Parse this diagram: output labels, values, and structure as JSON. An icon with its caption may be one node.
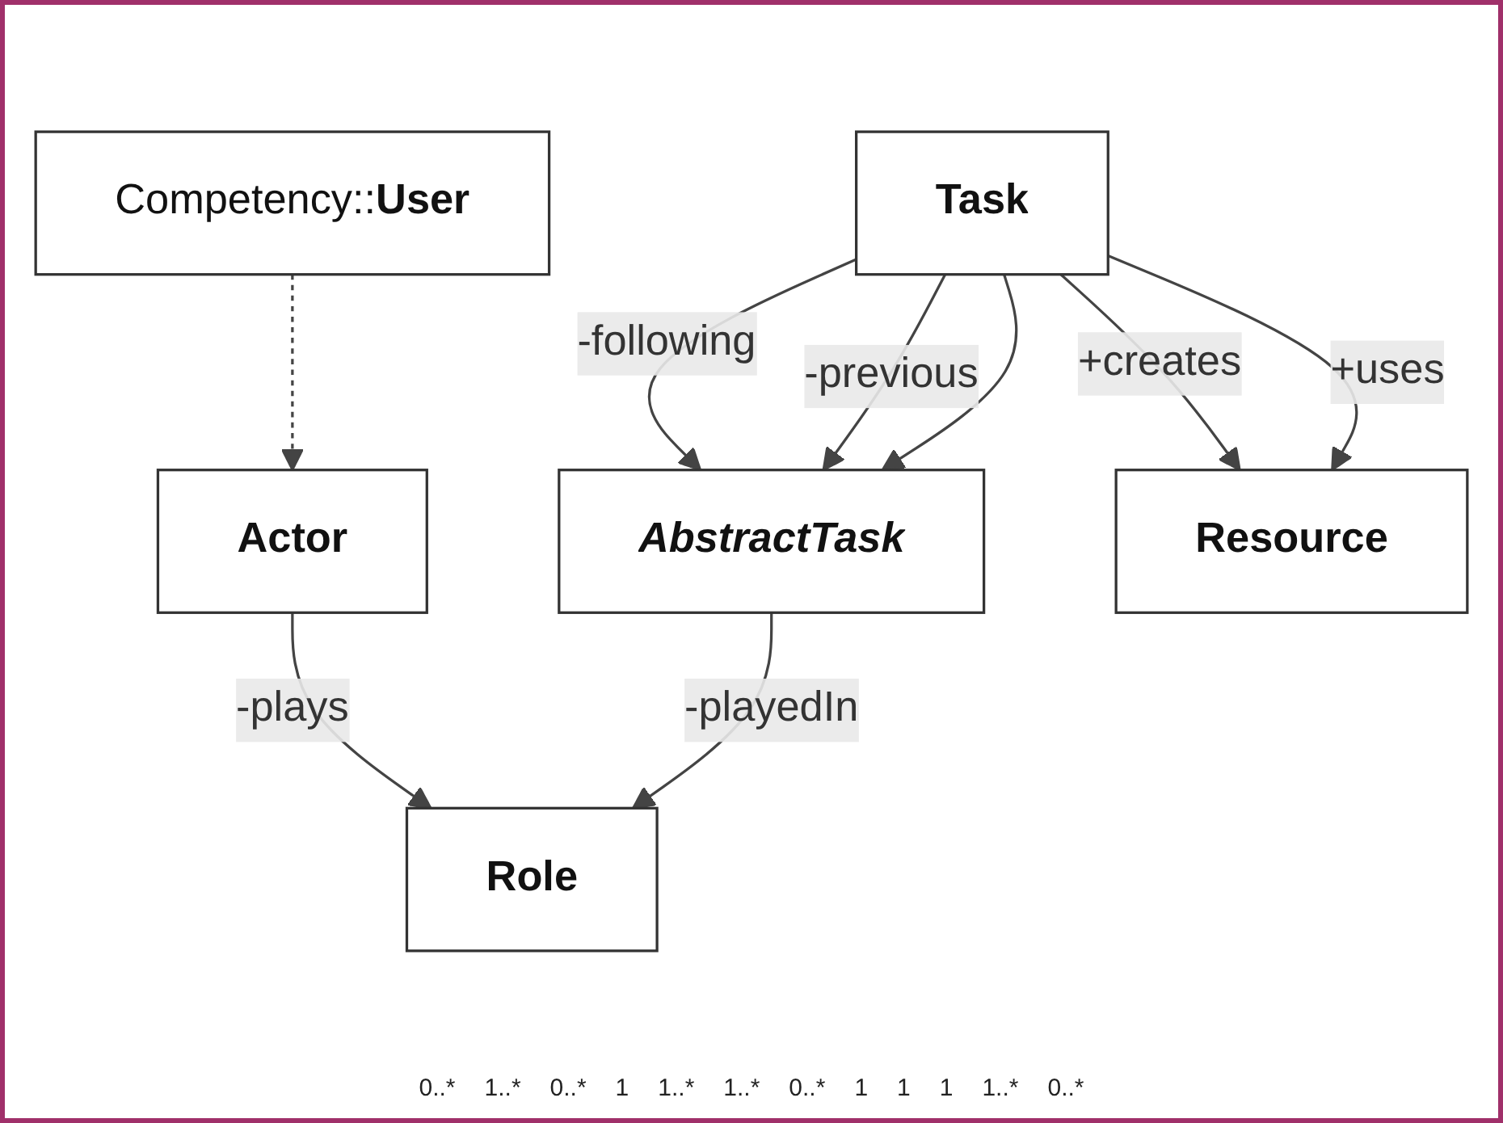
{
  "diagram": {
    "nodes": [
      {
        "text": [
          "Competency::**User**"
        ]
      },
      {
        "text": [
          "Actor"
        ]
      },
      {
        "text": [
          "Role"
        ]
      },
      {
        "text": [
          "AbstractTask"
        ]
      },
      {
        "text": [
          "Task"
        ]
      },
      {
        "text": [
          "Resource"
        ]
      }
    ],
    "edges": [
      {
        "from": 0,
        "to": 1,
        "arrow": "to",
        "style": "dashed"
      },
      {
        "from": 1,
        "to": 2,
        "arrow": "to",
        "label": "-plays"
      },
      {
        "from": 3,
        "to": 2,
        "arrow": "to",
        "label": "-playedIn"
      },
      {
        "from": 4,
        "to": 3,
        "arrow": "to",
        "label": "-following"
      },
      {
        "from": 4,
        "to": 3,
        "arrow": "to",
        "label": "-previous"
      },
      {
        "from": 4,
        "to": 3,
        "arrow": "to"
      },
      {
        "from": 4,
        "to": 5,
        "arrow": "to",
        "label": "+creates"
      },
      {
        "from": 4,
        "to": 5,
        "arrow": "to",
        "label": "+uses"
      }
    ],
    "labels": [
      "0..*",
      "1..*",
      "0..*",
      "1",
      "1..*",
      "1..*",
      "0..*",
      "1",
      "1",
      "1",
      "1..*",
      "0..*"
    ]
  }
}
